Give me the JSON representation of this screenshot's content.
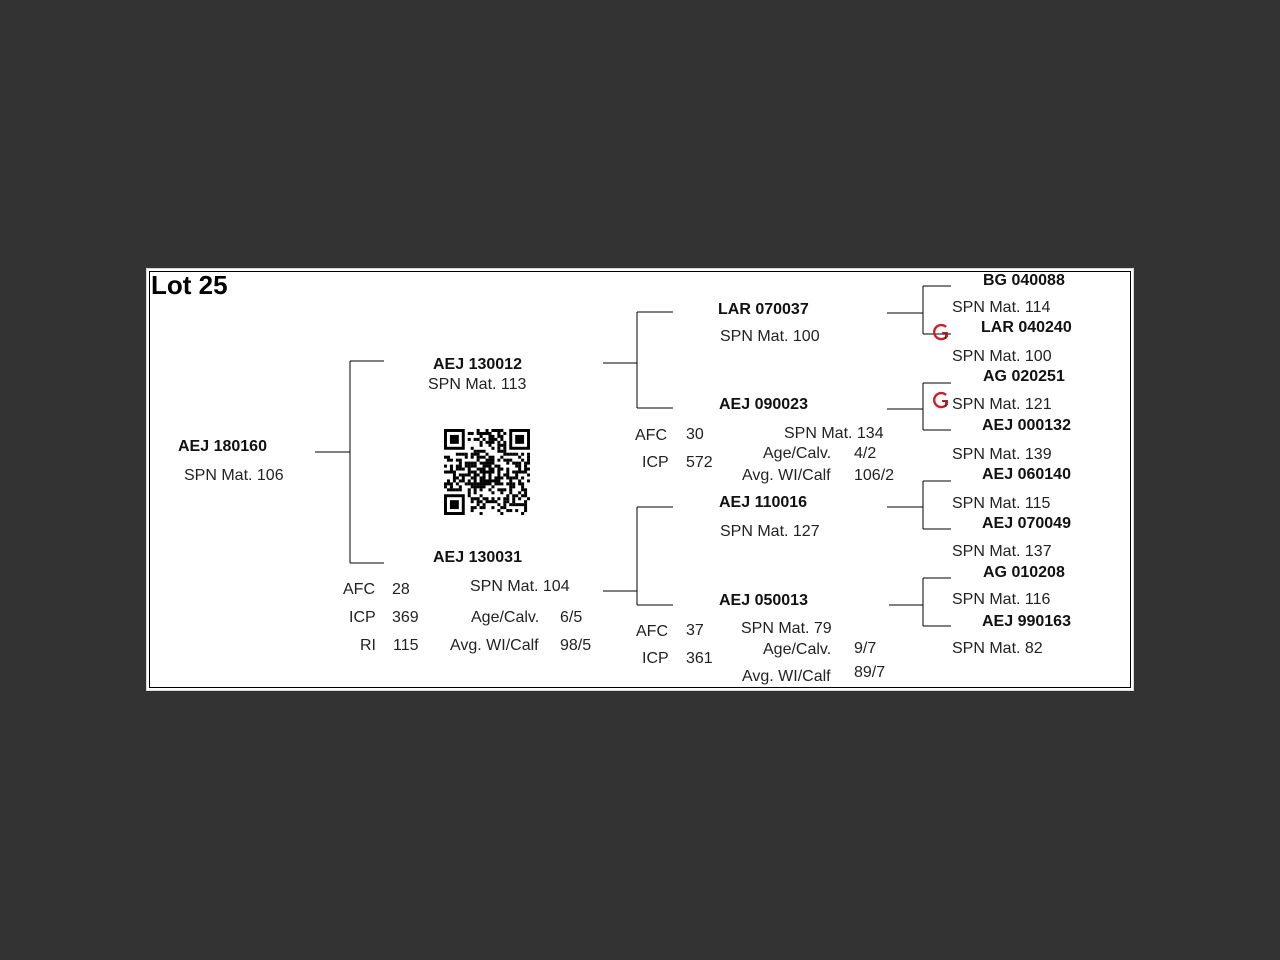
{
  "lot": "Lot 25",
  "subject": {
    "id": "AEJ 180160",
    "spn": "SPN Mat. 106"
  },
  "sire": {
    "id": "AEJ 130012",
    "spn": "SPN Mat. 113"
  },
  "dam": {
    "id": "AEJ 130031",
    "spn": "SPN Mat. 104",
    "afc_label": "AFC",
    "afc": "28",
    "icp_label": "ICP",
    "icp": "369",
    "ri_label": "RI",
    "ri": "115",
    "age_label": "Age/Calv.",
    "age": "6/5",
    "wi_label": "Avg. WI/Calf",
    "wi": "98/5"
  },
  "ss": {
    "id": "LAR 070037",
    "spn": "SPN Mat. 100"
  },
  "sd": {
    "id": "AEJ 090023",
    "spn": "SPN Mat. 134",
    "afc_label": "AFC",
    "afc": "30",
    "icp_label": "ICP",
    "icp": "572",
    "age_label": "Age/Calv.",
    "age": "4/2",
    "wi_label": "Avg. WI/Calf",
    "wi": "106/2"
  },
  "ds": {
    "id": "AEJ 110016",
    "spn": "SPN Mat. 127"
  },
  "dd": {
    "id": "AEJ 050013",
    "spn": "SPN Mat. 79",
    "afc_label": "AFC",
    "afc": "37",
    "icp_label": "ICP",
    "icp": "361",
    "age_label": "Age/Calv.",
    "age": "9/7",
    "wi_label": "Avg. WI/Calf",
    "wi": "89/7"
  },
  "g": [
    {
      "id": "BG  040088",
      "spn": "SPN Mat. 114"
    },
    {
      "id": "LAR 040240",
      "spn": "SPN Mat. 100"
    },
    {
      "id": "AG  020251",
      "spn": "SPN Mat. 121"
    },
    {
      "id": "AEJ 000132",
      "spn": "SPN Mat. 139"
    },
    {
      "id": "AEJ 060140",
      "spn": "SPN Mat. 115"
    },
    {
      "id": "AEJ 070049",
      "spn": "SPN Mat. 137"
    },
    {
      "id": "AG  010208",
      "spn": "SPN Mat. 116"
    },
    {
      "id": "AEJ 990163",
      "spn": "SPN Mat. 82"
    }
  ],
  "icons": {
    "gt_badge": "gt-logo-icon",
    "qr": "qr-code-icon"
  },
  "colors": {
    "background": "#333333",
    "paper": "#ffffff",
    "badge": "#cc1f2a"
  }
}
